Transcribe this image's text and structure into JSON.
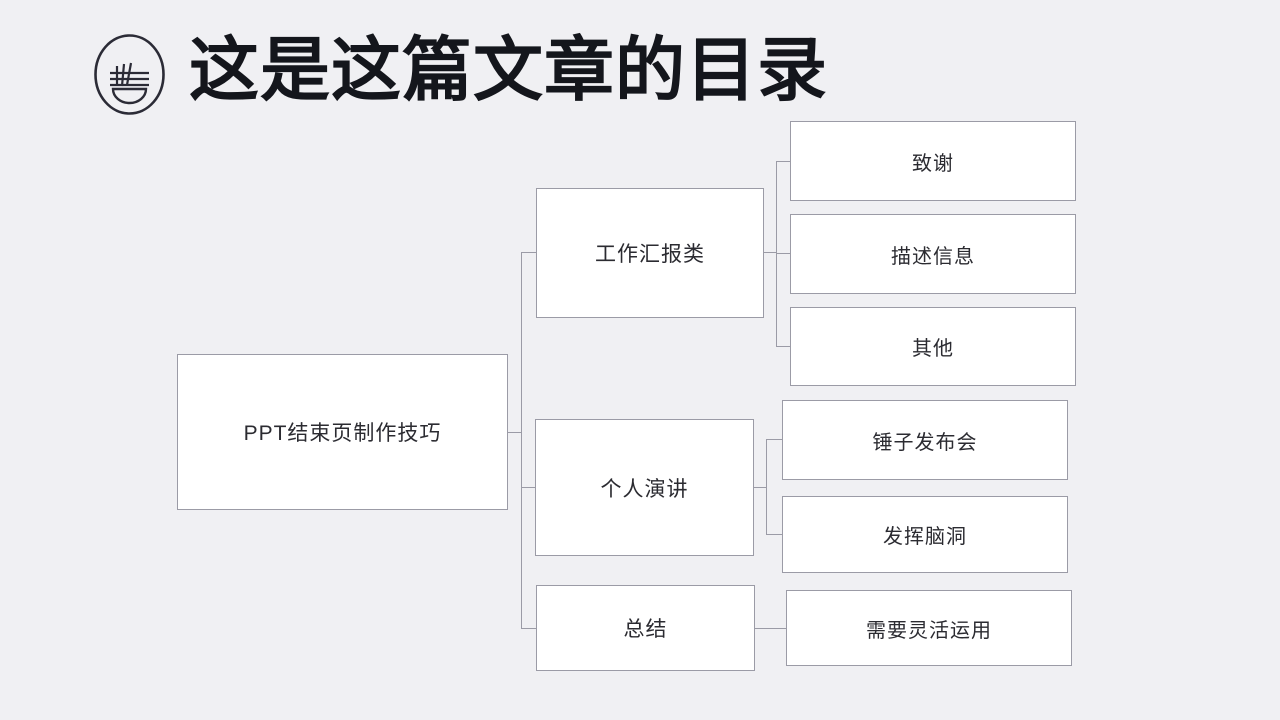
{
  "header": {
    "title": "这是这篇文章的目录",
    "logo_icon": "noodle-bowl-logo-icon"
  },
  "diagram": {
    "type": "tree",
    "root": {
      "label": "PPT结束页制作技巧"
    },
    "branches": [
      {
        "label": "工作汇报类",
        "children": [
          {
            "label": "致谢"
          },
          {
            "label": "描述信息"
          },
          {
            "label": "其他"
          }
        ]
      },
      {
        "label": "个人演讲",
        "children": [
          {
            "label": "锤子发布会"
          },
          {
            "label": "发挥脑洞"
          }
        ]
      },
      {
        "label": "总结",
        "children": [
          {
            "label": "需要灵活运用"
          }
        ]
      }
    ]
  },
  "colors": {
    "background": "#f0f0f3",
    "box_fill": "#ffffff",
    "box_border": "#9b9ba6",
    "text": "#2b2b31",
    "title_text": "#14161c"
  }
}
